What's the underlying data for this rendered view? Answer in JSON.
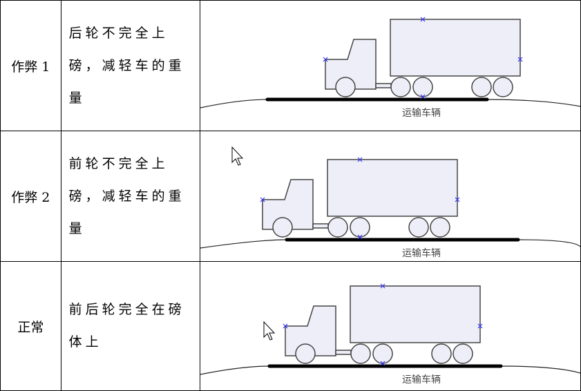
{
  "rows": [
    {
      "name": "作弊 1",
      "description": "后轮不完全上磅，减轻车的重量",
      "image_label": "运输车辆",
      "cursor": false
    },
    {
      "name": "作弊 2",
      "description": "前轮不完全上磅，减轻车的重量",
      "image_label": "运输车辆",
      "cursor": true
    },
    {
      "name": "正常",
      "description": "前后轮完全在磅体上",
      "image_label": "运输车辆",
      "cursor": true
    }
  ],
  "colors": {
    "truck_fill": "#eeeef8",
    "truck_stroke": "#444444",
    "marker": "#3333ff",
    "platform": "#000000"
  }
}
